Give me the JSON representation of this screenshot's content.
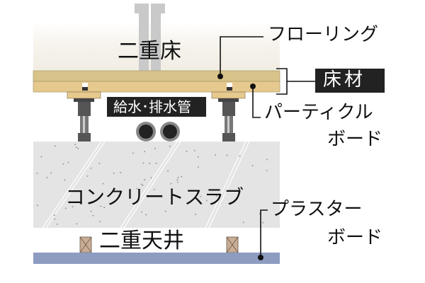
{
  "labels": {
    "double_floor": "二重床",
    "flooring": "フローリング",
    "floor_material": "床材",
    "particle_board_1": "パーティクル",
    "particle_board_2": "ボード",
    "water_pipes": "給水･排水管",
    "concrete_slab": "コンクリートスラブ",
    "double_ceiling": "二重天井",
    "plaster_board_1": "プラスター",
    "plaster_board_2": "ボード"
  },
  "colors": {
    "flooring": "#d8c48a",
    "board": "#e6c98e",
    "slab": "#e4e4e4",
    "ceiling": "#8d9cc0",
    "joist": "#c9ad95"
  }
}
